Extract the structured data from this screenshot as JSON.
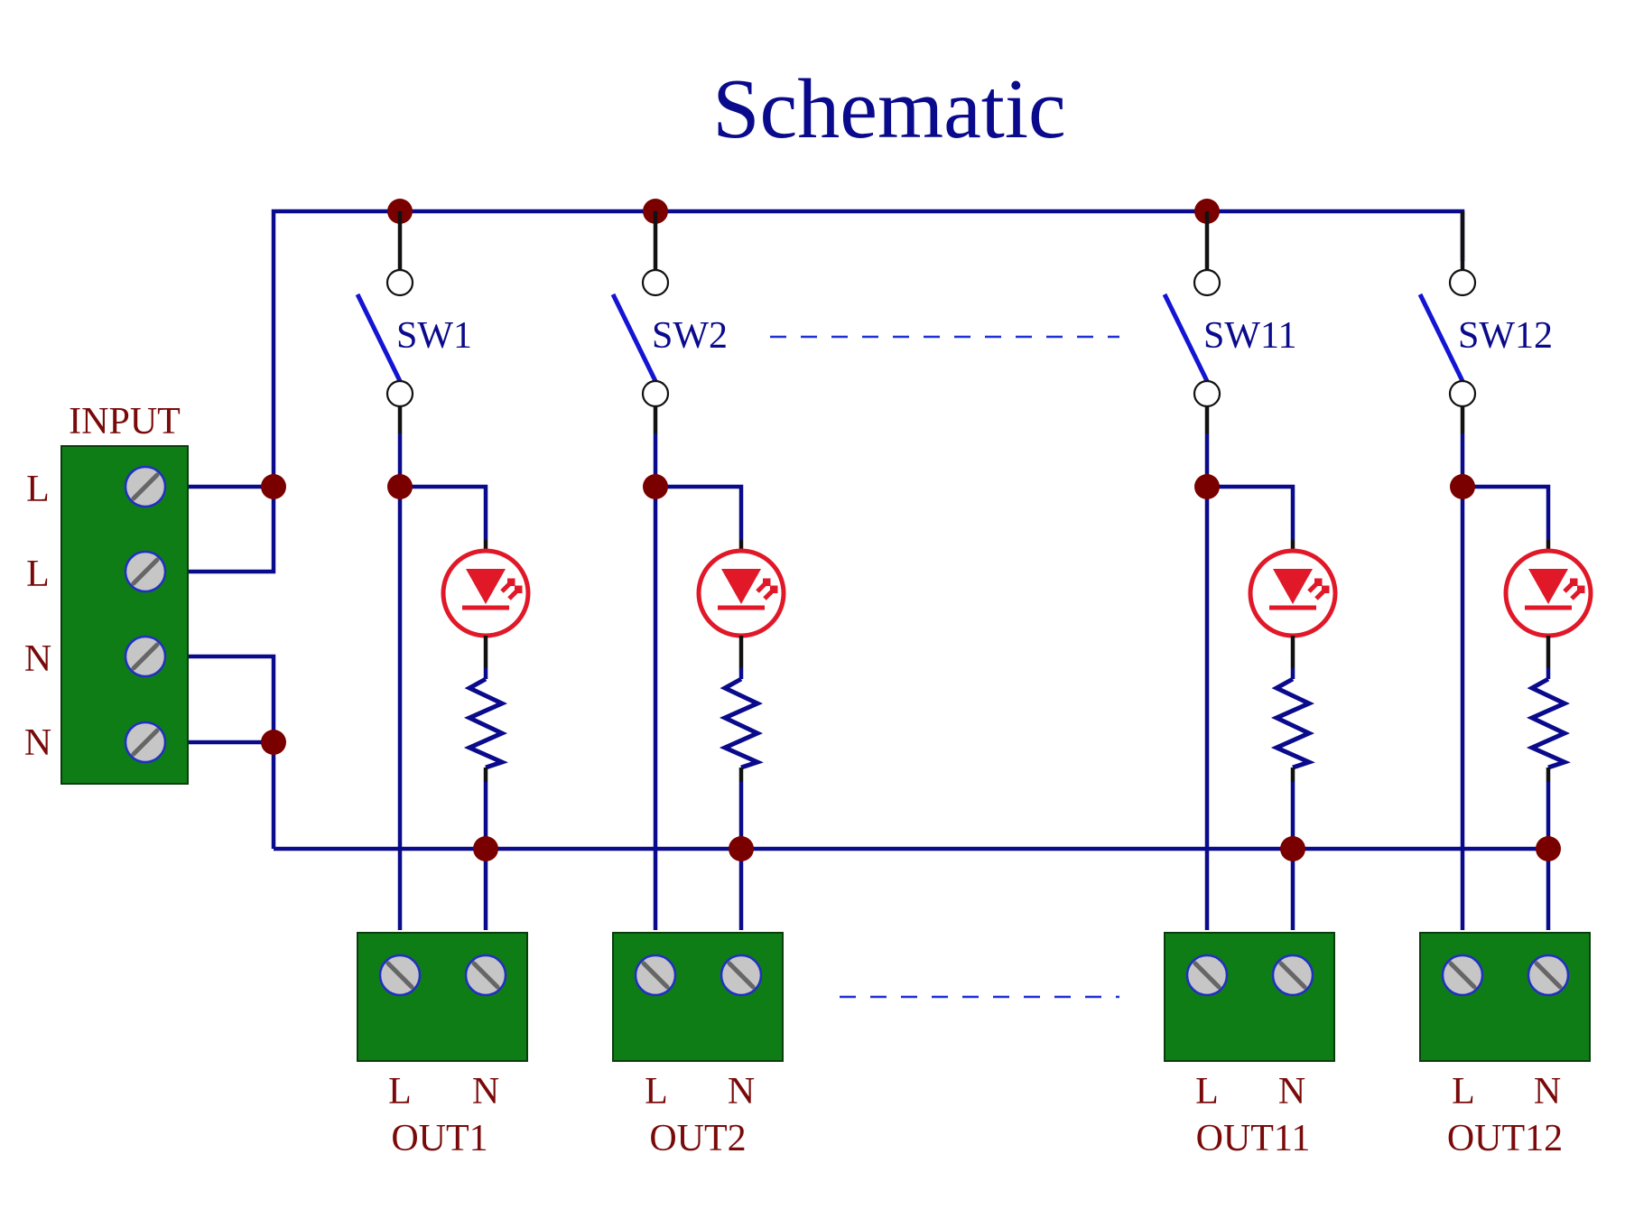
{
  "title": "Schematic",
  "input": {
    "label": "INPUT",
    "pins": [
      "L",
      "L",
      "N",
      "N"
    ]
  },
  "switches": [
    "SW1",
    "SW2",
    "SW11",
    "SW12"
  ],
  "outputs": [
    {
      "name": "OUT1",
      "pins": [
        "L",
        "N"
      ]
    },
    {
      "name": "OUT2",
      "pins": [
        "L",
        "N"
      ]
    },
    {
      "name": "OUT11",
      "pins": [
        "L",
        "N"
      ]
    },
    {
      "name": "OUT12",
      "pins": [
        "L",
        "N"
      ]
    }
  ],
  "colors": {
    "wire": "#0a0a8c",
    "junction": "#7a0000",
    "terminal_block": "#0f7d16",
    "led": "#e01828",
    "label_text": "#7a0a0a",
    "title_text": "#0a0a8c"
  }
}
